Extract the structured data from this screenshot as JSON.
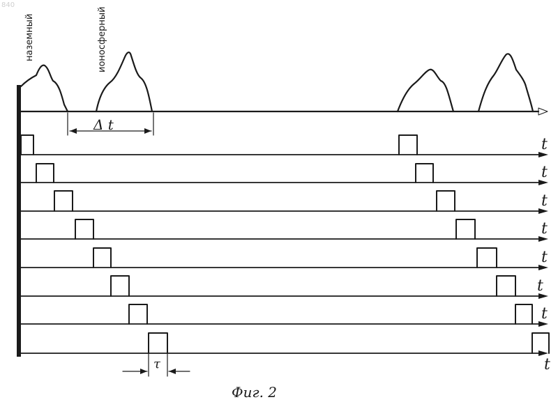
{
  "corner_mark": "840",
  "labels": {
    "ground": "наземный",
    "ionospheric": "ионосферный",
    "delta_t": "Δ t",
    "tau": "τ",
    "axis_t": "t"
  },
  "caption": "Фиг. 2"
}
